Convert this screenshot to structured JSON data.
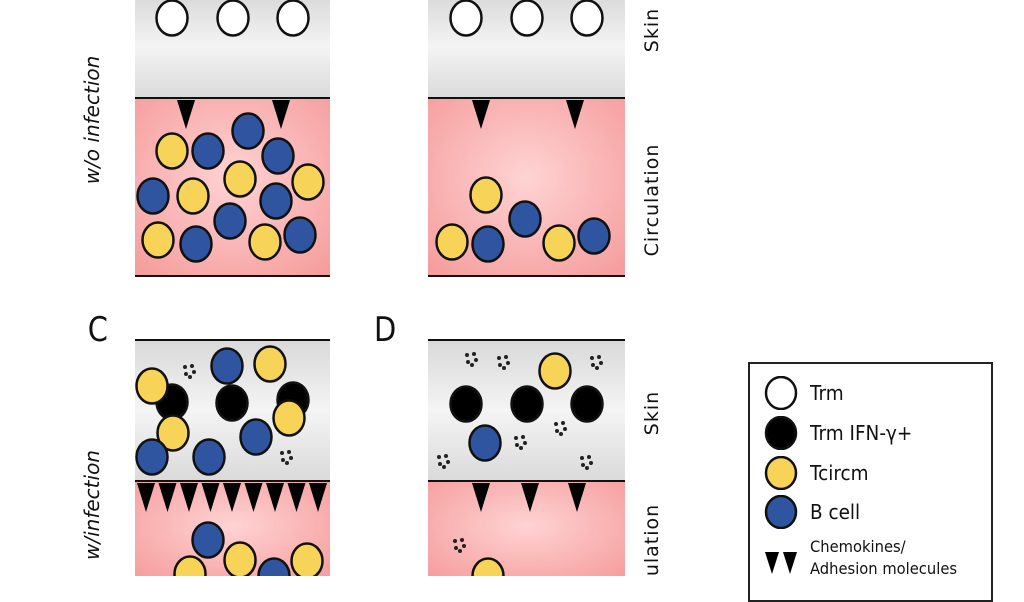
{
  "row_labels": {
    "top": "w/o infection",
    "bottom": "w/infection"
  },
  "panel_letters": {
    "c": "C",
    "d": "D"
  },
  "compartment_labels": {
    "top_skin": "Skin",
    "top_circulation": "Circulation",
    "bottom_skin": "Skin",
    "bottom_circulation": "ulation"
  },
  "legend": {
    "trm": "Trm",
    "trm_ifn": "Trm IFN-γ+",
    "tcircm": "Tcircm",
    "b_cell": "B cell",
    "chemokines": "Chemokines/",
    "adhesion": "Adhesion molecules"
  },
  "colors": {
    "skin_bg": "#e8e8e8",
    "circulation_bg": "#f6a6a6",
    "trm": "#ffffff",
    "trm_ifn": "#000000",
    "tcircm": "#f7d358",
    "b_cell": "#2f55a0",
    "outline": "#111111"
  }
}
